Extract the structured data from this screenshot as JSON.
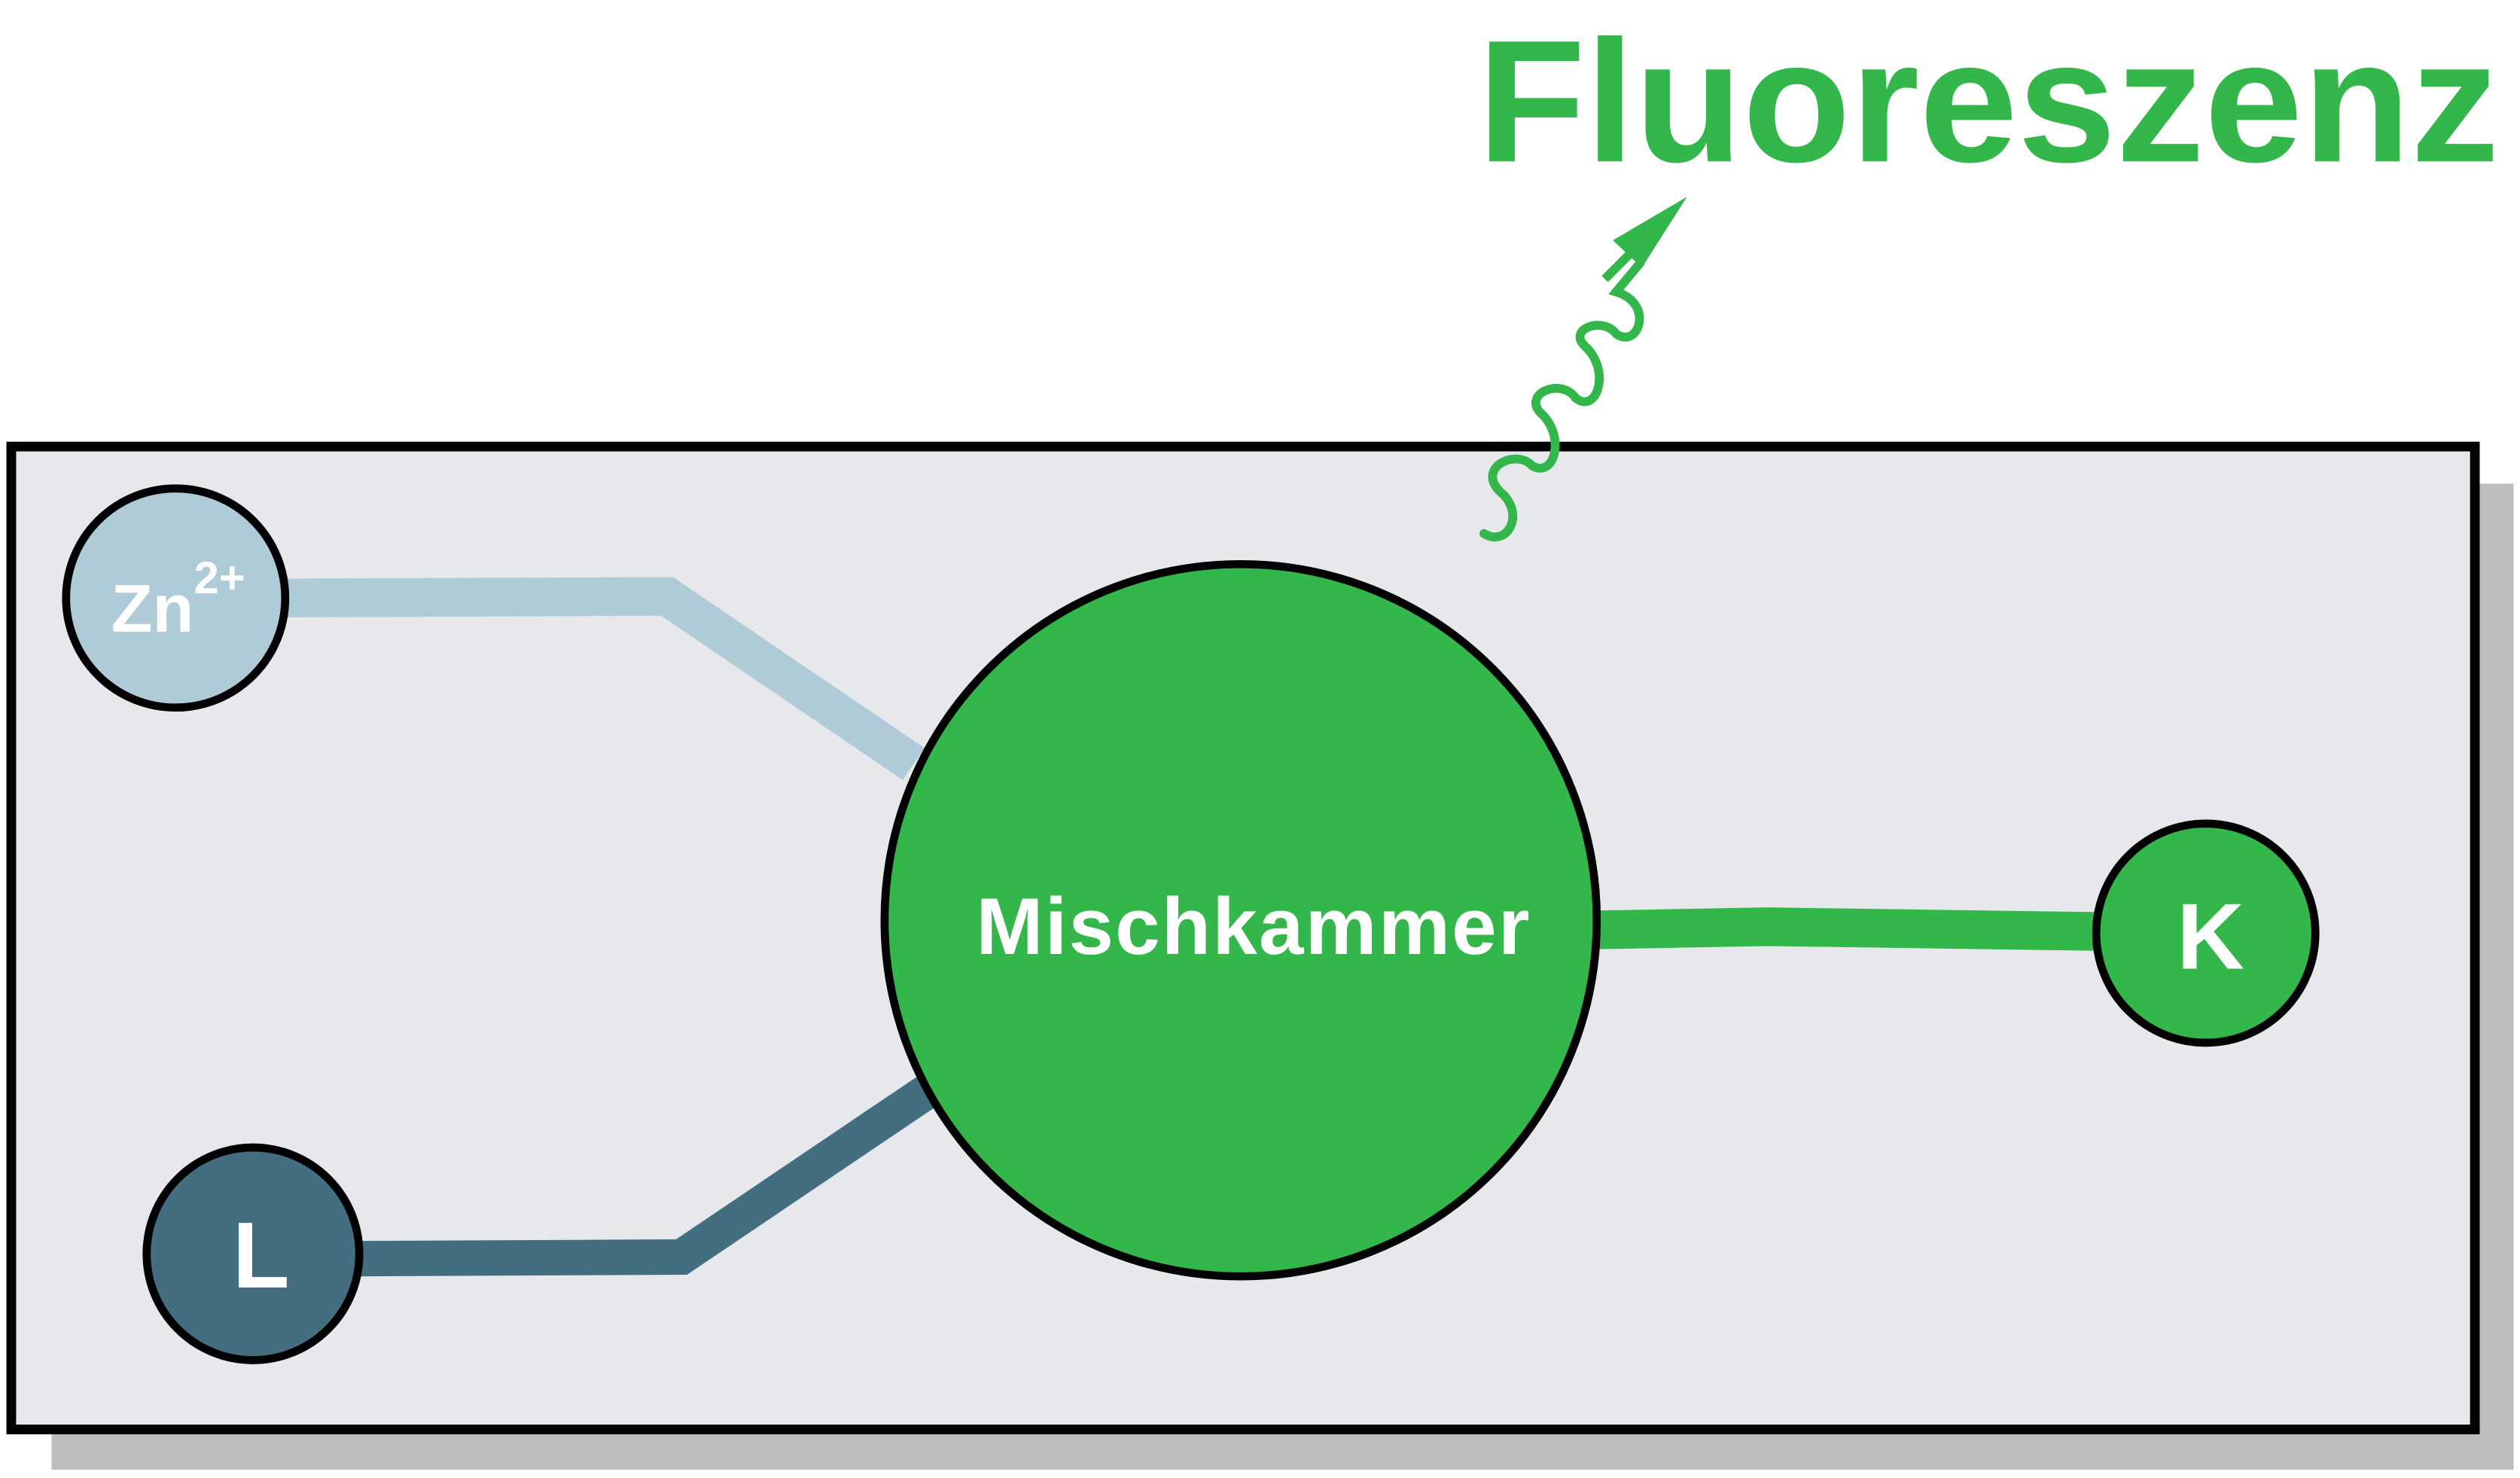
{
  "title": "Fluoreszenz",
  "chamber": {
    "label": "Mischkammer"
  },
  "inputs": {
    "zinc": {
      "base": "Zn",
      "superscript": "2+"
    },
    "ligand": {
      "label": "L"
    }
  },
  "output": {
    "label": "K"
  },
  "colors": {
    "green": "#33b74a",
    "chip_background": "#e6e8ec",
    "shadow": "#bcbdbd",
    "zinc_light_blue": "#afcbd7",
    "ligand_dark_teal": "#436e80",
    "outline": "#000000",
    "text_white": "#ffffff"
  }
}
